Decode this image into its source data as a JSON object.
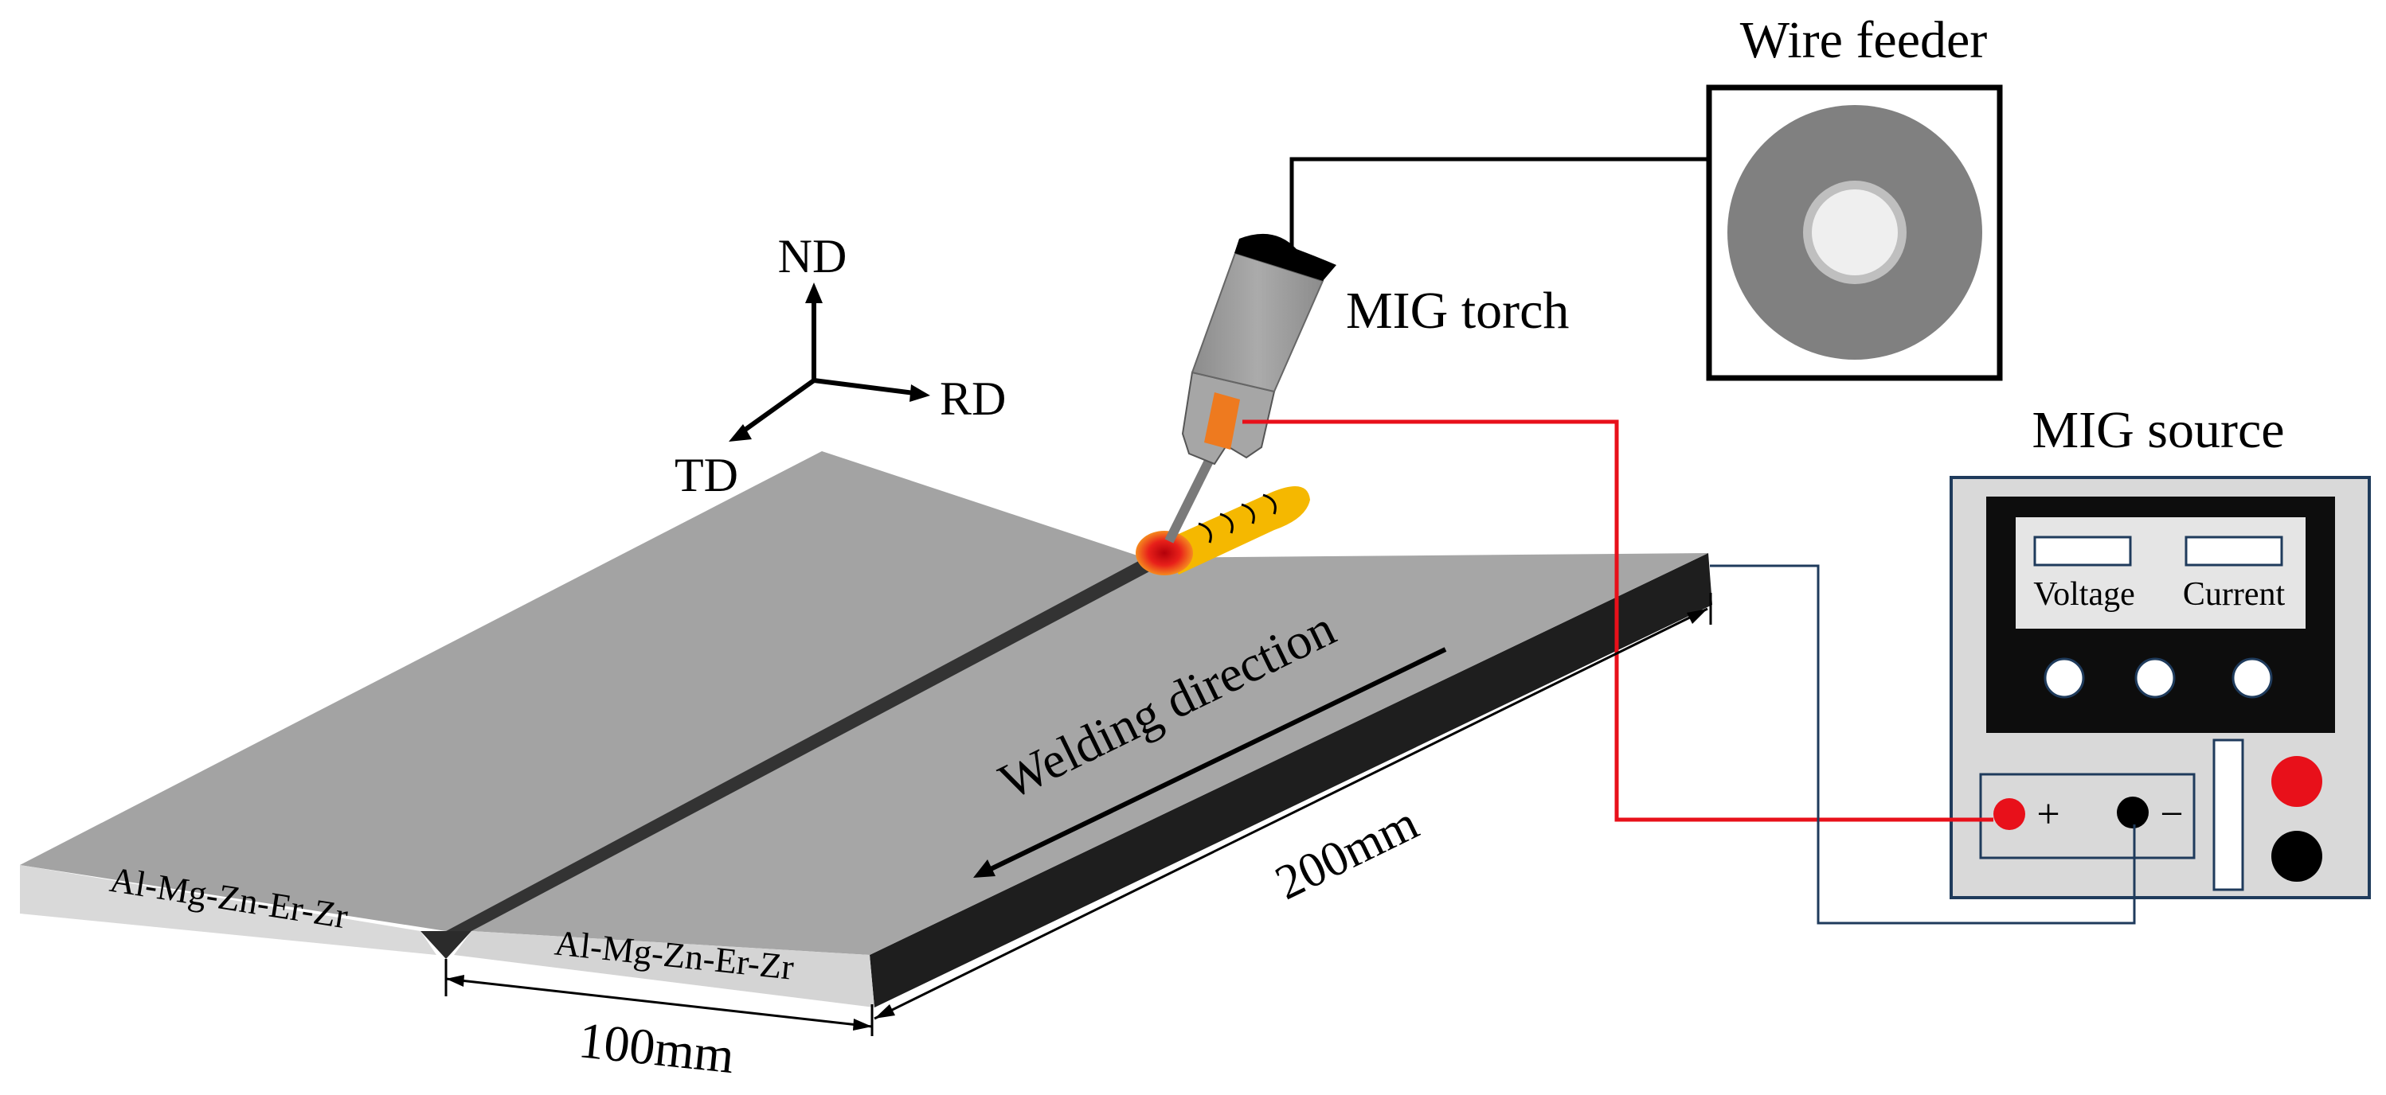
{
  "axes": {
    "nd": "ND",
    "rd": "RD",
    "td": "TD"
  },
  "labels": {
    "wire_feeder": "Wire feeder",
    "mig_torch": "MIG torch",
    "mig_source": "MIG source",
    "welding_direction": "Welding direction",
    "length": "200mm",
    "width": "100mm",
    "plate_left": "Al-Mg-Zn-Er-Zr",
    "plate_right": "Al-Mg-Zn-Er-Zr"
  },
  "source_panel": {
    "voltage": "Voltage",
    "current": "Current",
    "plus": "+",
    "minus": "−"
  },
  "colors": {
    "plate_top": "#a3a3a3",
    "plate_front": "#d6d6d6",
    "plate_side": "#1e1e1e",
    "groove": "#333333",
    "weld_bead": "#f5b800",
    "weld_pool": "#e0241c",
    "contact_tip": "#ee7a1f",
    "torch_body": "#9c9c9c",
    "positive_lead": "#e8101a",
    "negative_lead": "#1f3b5c",
    "source_case": "#d9d9d9",
    "source_panel": "#0d0d0d"
  }
}
